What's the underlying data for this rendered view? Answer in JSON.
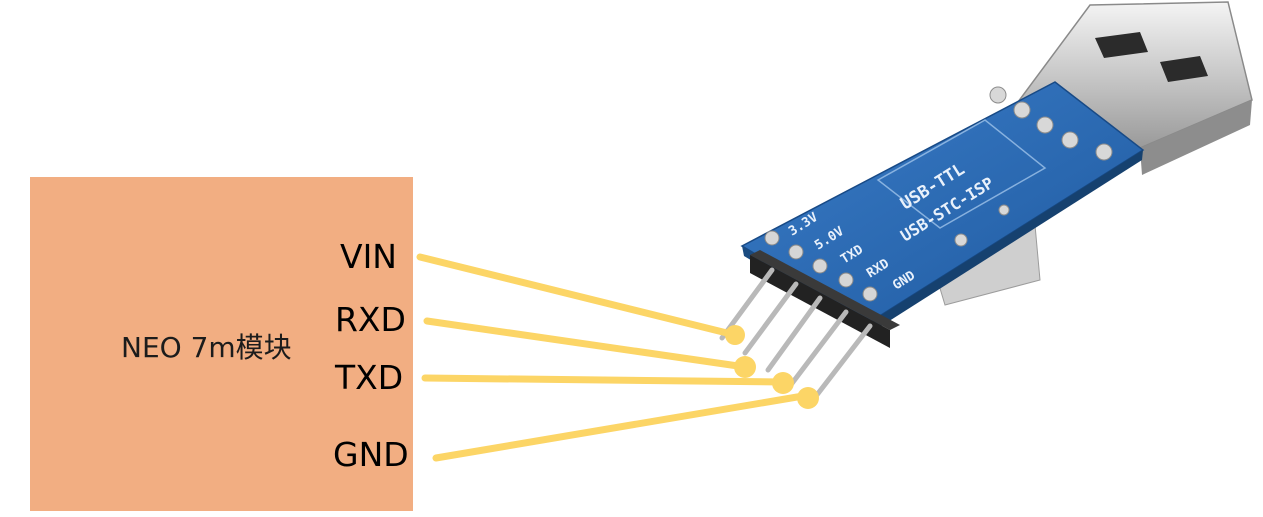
{
  "module": {
    "label": "NEO 7m模块",
    "color": "#f2ae82"
  },
  "pins": [
    {
      "label": "VIN"
    },
    {
      "label": "RXD"
    },
    {
      "label": "TXD"
    },
    {
      "label": "GND"
    }
  ],
  "wire_color": "#fcd566",
  "adapter": {
    "board_color": "#2f6db8",
    "silkscreen": {
      "line1": "USB-TTL",
      "line2": "USB-STC-ISP",
      "p33": "3.3V",
      "p50": "5.0V",
      "ptxd": "TXD",
      "prxd": "RXD",
      "pgnd": "GND"
    }
  }
}
